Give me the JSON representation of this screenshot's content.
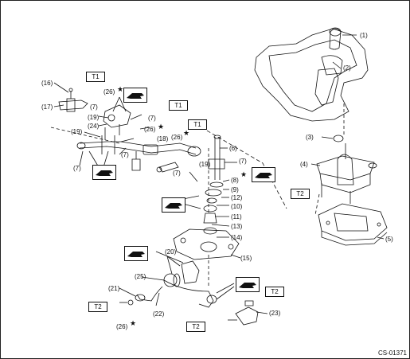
{
  "diagram": {
    "code": "CS-01371",
    "part_labels": [
      {
        "id": "p1",
        "text": "(1)"
      },
      {
        "id": "p2",
        "text": "(2)"
      },
      {
        "id": "p3",
        "text": "(3)"
      },
      {
        "id": "p4",
        "text": "(4)"
      },
      {
        "id": "p5",
        "text": "(5)"
      },
      {
        "id": "p6",
        "text": "(6)"
      },
      {
        "id": "p7a",
        "text": "(7)"
      },
      {
        "id": "p7b",
        "text": "(7)"
      },
      {
        "id": "p7c",
        "text": "(7)"
      },
      {
        "id": "p7d",
        "text": "(7)"
      },
      {
        "id": "p7e",
        "text": "(7)"
      },
      {
        "id": "p7f",
        "text": "(7)"
      },
      {
        "id": "p8",
        "text": "(8)"
      },
      {
        "id": "p9",
        "text": "(9)"
      },
      {
        "id": "p10",
        "text": "(10)"
      },
      {
        "id": "p11",
        "text": "(11)"
      },
      {
        "id": "p12",
        "text": "(12)"
      },
      {
        "id": "p13",
        "text": "(13)"
      },
      {
        "id": "p14",
        "text": "(14)"
      },
      {
        "id": "p15",
        "text": "(15)"
      },
      {
        "id": "p16",
        "text": "(16)"
      },
      {
        "id": "p17",
        "text": "(17)"
      },
      {
        "id": "p18",
        "text": "(18)"
      },
      {
        "id": "p19a",
        "text": "(19)"
      },
      {
        "id": "p19b",
        "text": "(19)"
      },
      {
        "id": "p19c",
        "text": "(19)"
      },
      {
        "id": "p20",
        "text": "(20)"
      },
      {
        "id": "p21",
        "text": "(21)"
      },
      {
        "id": "p22",
        "text": "(22)"
      },
      {
        "id": "p23",
        "text": "(23)"
      },
      {
        "id": "p24",
        "text": "(24)"
      },
      {
        "id": "p25",
        "text": "(25)"
      },
      {
        "id": "p26a",
        "text": "(26)"
      },
      {
        "id": "p26b",
        "text": "(26)"
      },
      {
        "id": "p26c",
        "text": "(26)"
      },
      {
        "id": "p26d",
        "text": "(26)"
      }
    ],
    "torque_labels": [
      {
        "id": "t1a",
        "text": "T1"
      },
      {
        "id": "t1b",
        "text": "T1"
      },
      {
        "id": "t1c",
        "text": "T1"
      },
      {
        "id": "t2a",
        "text": "T2"
      },
      {
        "id": "t2b",
        "text": "T2"
      },
      {
        "id": "t2c",
        "text": "T2"
      },
      {
        "id": "t2d",
        "text": "T2"
      }
    ],
    "star_symbol": "★",
    "grease_icon": "grease-application-icon"
  }
}
